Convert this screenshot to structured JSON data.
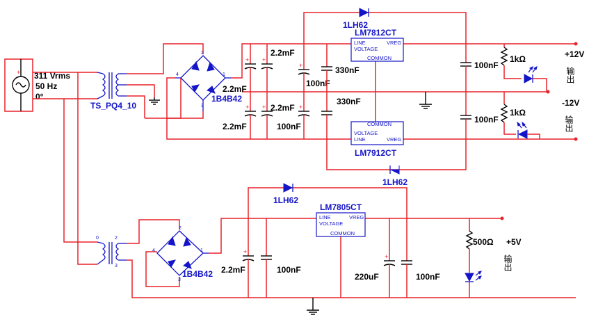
{
  "source": {
    "voltage": "311 Vrms",
    "frequency": "50 Hz",
    "phase": "0°"
  },
  "transformer_top": {
    "label": "TS_PQ4_10"
  },
  "transformer_bottom": {
    "pin_primary": "0",
    "pin_secondary_top": "2",
    "pin_secondary_bottom": "3"
  },
  "bridge_top": {
    "label": "1B4B42",
    "pins": [
      "1",
      "2",
      "3",
      "4"
    ]
  },
  "bridge_bottom": {
    "label": "1B4B42",
    "pins": [
      "1",
      "2",
      "3",
      "4"
    ]
  },
  "regulators": {
    "reg_pos12": {
      "name": "LM7812CT",
      "line": "LINE",
      "voltage": "VOLTAGE",
      "vreg": "VREG",
      "common": "COMMON"
    },
    "reg_neg12": {
      "name": "LM7912CT",
      "line": "LINE",
      "voltage": "VOLTAGE",
      "vreg": "VREG",
      "common": "COMMON"
    },
    "reg_pos5": {
      "name": "LM7805CT",
      "line": "LINE",
      "voltage": "VOLTAGE",
      "vreg": "VREG",
      "common": "COMMON"
    }
  },
  "diodes": {
    "d_top": "1LH62",
    "d_mid": "1LH62",
    "d_bot": "1LH62"
  },
  "capacitors": {
    "c1": "2.2mF",
    "c2": "2.2mF",
    "c3": "2.2mF",
    "c4": "2.2mF",
    "c5": "100nF",
    "c6": "330nF",
    "c7": "100nF",
    "c8": "330nF",
    "c9": "100nF",
    "c10": "100nF",
    "c11": "2.2mF",
    "c12": "100nF",
    "c13": "220uF",
    "c14": "100nF"
  },
  "resistors": {
    "r1": "1kΩ",
    "r2": "1kΩ",
    "r3": "500Ω"
  },
  "outputs": {
    "pos12": {
      "voltage": "+12V",
      "text": "输出"
    },
    "neg12": {
      "voltage": "-12V",
      "text": "输出"
    },
    "pos5": {
      "voltage": "+5V",
      "text": "输出"
    }
  },
  "polarity_mark": "+"
}
